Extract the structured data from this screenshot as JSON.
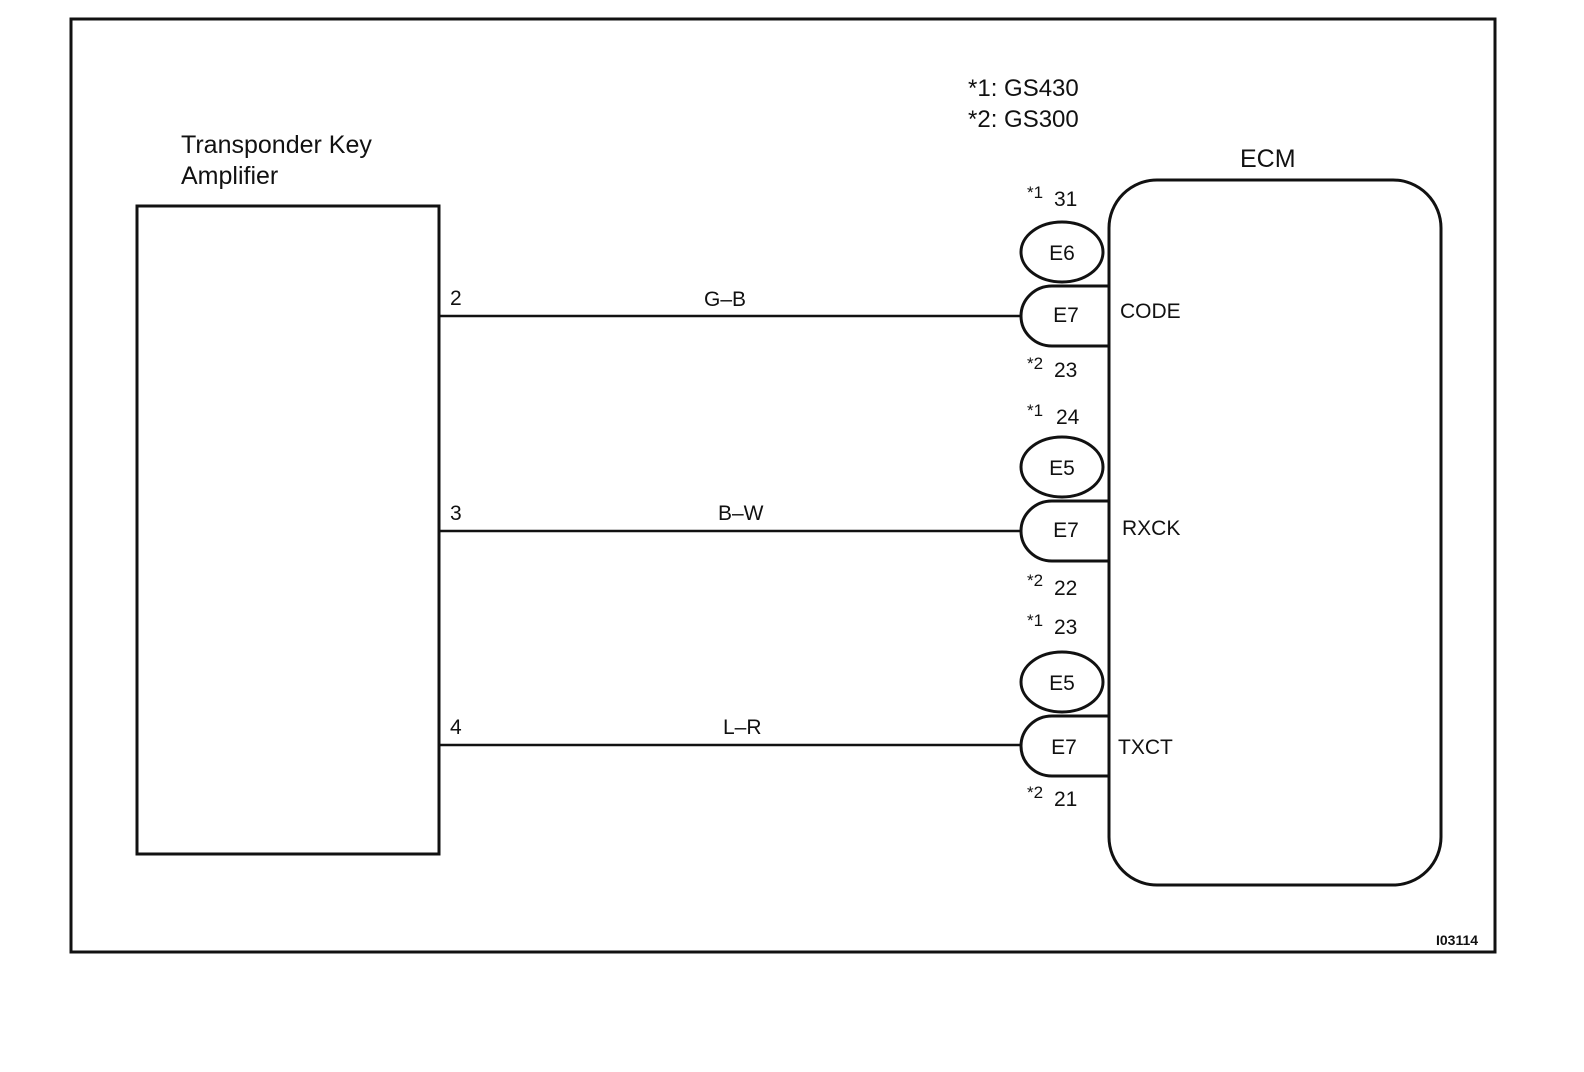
{
  "legend": {
    "note1": "*1: GS430",
    "note2": "*2: GS300"
  },
  "amplifier": {
    "label_line1": "Transponder  Key",
    "label_line2": "Amplifier"
  },
  "ecm": {
    "label": "ECM"
  },
  "circuits": [
    {
      "pin": "2",
      "wire": "G–B",
      "signal": "CODE",
      "upper_connector": "E6",
      "lower_connector": "E7",
      "upper_mark": "*1",
      "upper_pin": "31",
      "lower_mark": "*2",
      "lower_pin": "23"
    },
    {
      "pin": "3",
      "wire": "B–W",
      "signal": "RXCK",
      "upper_connector": "E5",
      "lower_connector": "E7",
      "upper_mark": "*1",
      "upper_pin": "24",
      "lower_mark": "*2",
      "lower_pin": "22"
    },
    {
      "pin": "4",
      "wire": "L–R",
      "signal": "TXCT",
      "upper_connector": "E5",
      "lower_connector": "E7",
      "upper_mark": "*1",
      "upper_pin": "23",
      "lower_mark": "*2",
      "lower_pin": "21"
    }
  ],
  "figure_code": "I03114"
}
